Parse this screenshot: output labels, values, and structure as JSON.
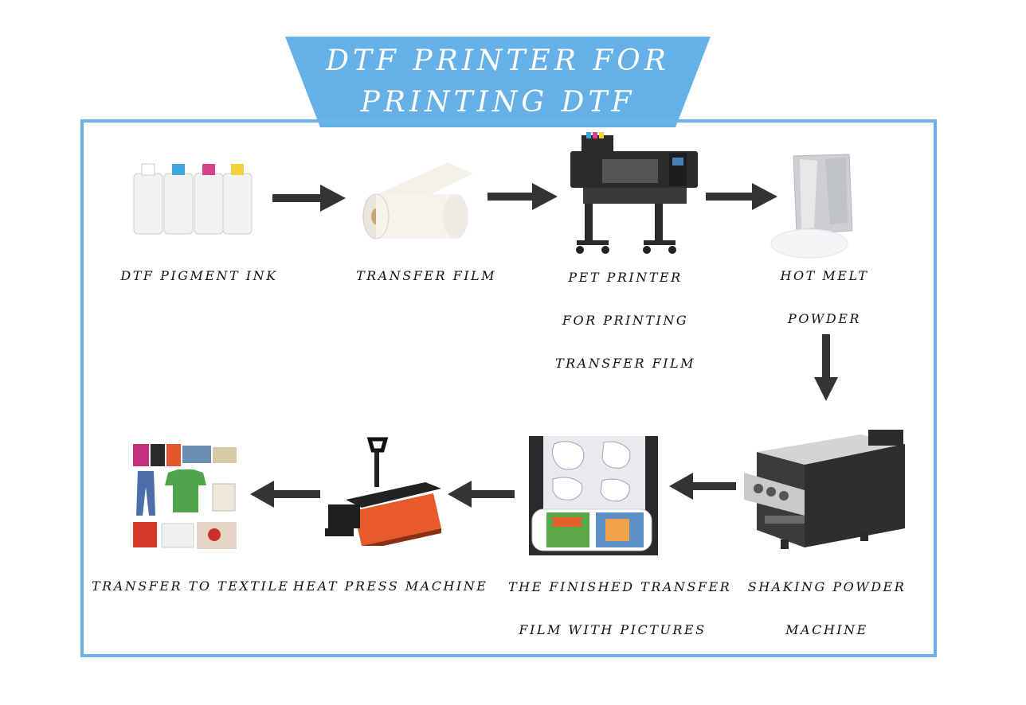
{
  "banner": {
    "line1": "DTF PRINTER FOR",
    "line2": "PRINTING DTF",
    "color": "#65b0e6"
  },
  "frame_color": "#6db2e6",
  "arrow_color": "#333333",
  "steps": {
    "ink": {
      "lines": [
        "DTF PIGMENT INK"
      ],
      "icon": "ink-bottles-icon"
    },
    "film": {
      "lines": [
        "TRANSFER FILM"
      ],
      "icon": "film-roll-icon"
    },
    "printer": {
      "lines": [
        "PET PRINTER",
        "FOR PRINTING",
        "TRANSFER FILM"
      ],
      "icon": "printer-icon"
    },
    "powder": {
      "lines": [
        "HOT MELT",
        "POWDER"
      ],
      "icon": "powder-bag-icon"
    },
    "shaker": {
      "lines": [
        "SHAKING POWDER",
        "MACHINE"
      ],
      "icon": "shaking-machine-icon"
    },
    "finished": {
      "lines": [
        "THE FINISHED TRANSFER",
        "FILM WITH PICTURES"
      ],
      "icon": "printed-film-icon"
    },
    "press": {
      "lines": [
        "HEAT PRESS MACHINE"
      ],
      "icon": "heat-press-icon"
    },
    "textile": {
      "lines": [
        "TRANSFER TO TEXTILE"
      ],
      "icon": "textile-collage-icon"
    }
  }
}
